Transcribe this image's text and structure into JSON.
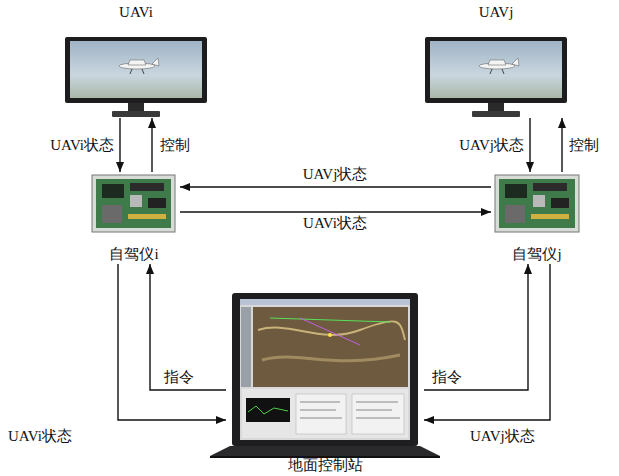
{
  "diagram": {
    "nodes": [
      {
        "text": [
          "UAVi"
        ]
      },
      {
        "text": [
          "UAVj"
        ]
      },
      {
        "text": [
          "自驾仪i"
        ]
      },
      {
        "text": [
          "自驾仪j"
        ]
      },
      {
        "text": [
          "地面控制站"
        ]
      }
    ],
    "edges": [
      {
        "from": 0,
        "to": 2,
        "arrow": "to",
        "label": "UAVi状态"
      },
      {
        "from": 2,
        "to": 0,
        "arrow": "to",
        "label": "控制"
      },
      {
        "from": 1,
        "to": 3,
        "arrow": "to",
        "label": "UAVj状态"
      },
      {
        "from": 3,
        "to": 1,
        "arrow": "to",
        "label": "控制"
      },
      {
        "from": 3,
        "to": 2,
        "arrow": "to",
        "label": "UAVj状态"
      },
      {
        "from": 2,
        "to": 3,
        "arrow": "to",
        "label": "UAVi状态"
      },
      {
        "from": 4,
        "to": 2,
        "arrow": "to",
        "label": "指令"
      },
      {
        "from": 2,
        "to": 4,
        "arrow": "to",
        "label": "UAVi状态"
      },
      {
        "from": 4,
        "to": 3,
        "arrow": "to",
        "label": "指令"
      },
      {
        "from": 3,
        "to": 4,
        "arrow": "to",
        "label": "UAVj状态"
      }
    ]
  }
}
